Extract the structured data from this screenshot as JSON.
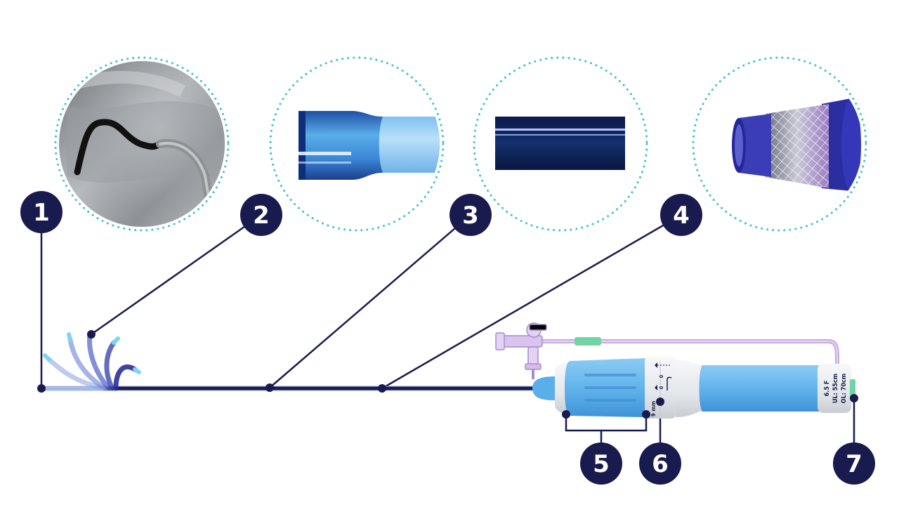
{
  "colors": {
    "navy": "#191b4e",
    "dotted_ring": "#3bbfd6",
    "catheter_blue": "#5aaee9",
    "catheter_light": "#a5d7f7",
    "shaft_dark": "#0f2256",
    "handle_grey": "#e8eaee",
    "tubing_purple": "#c7a9e0",
    "accent_green": "#72d3a3"
  },
  "callouts": [
    {
      "id": "1",
      "label": "1"
    },
    {
      "id": "2",
      "label": "2"
    },
    {
      "id": "3",
      "label": "3"
    },
    {
      "id": "4",
      "label": "4"
    },
    {
      "id": "5",
      "label": "5"
    },
    {
      "id": "6",
      "label": "6"
    },
    {
      "id": "7",
      "label": "7"
    }
  ],
  "handle": {
    "ring_mark_top": "0",
    "ring_mark_mid": "0",
    "ring_size_label": "9 mm",
    "size_label": "6.5 F",
    "ul_label": "UL: 55cm",
    "ol_label": "OL: 70cm"
  }
}
